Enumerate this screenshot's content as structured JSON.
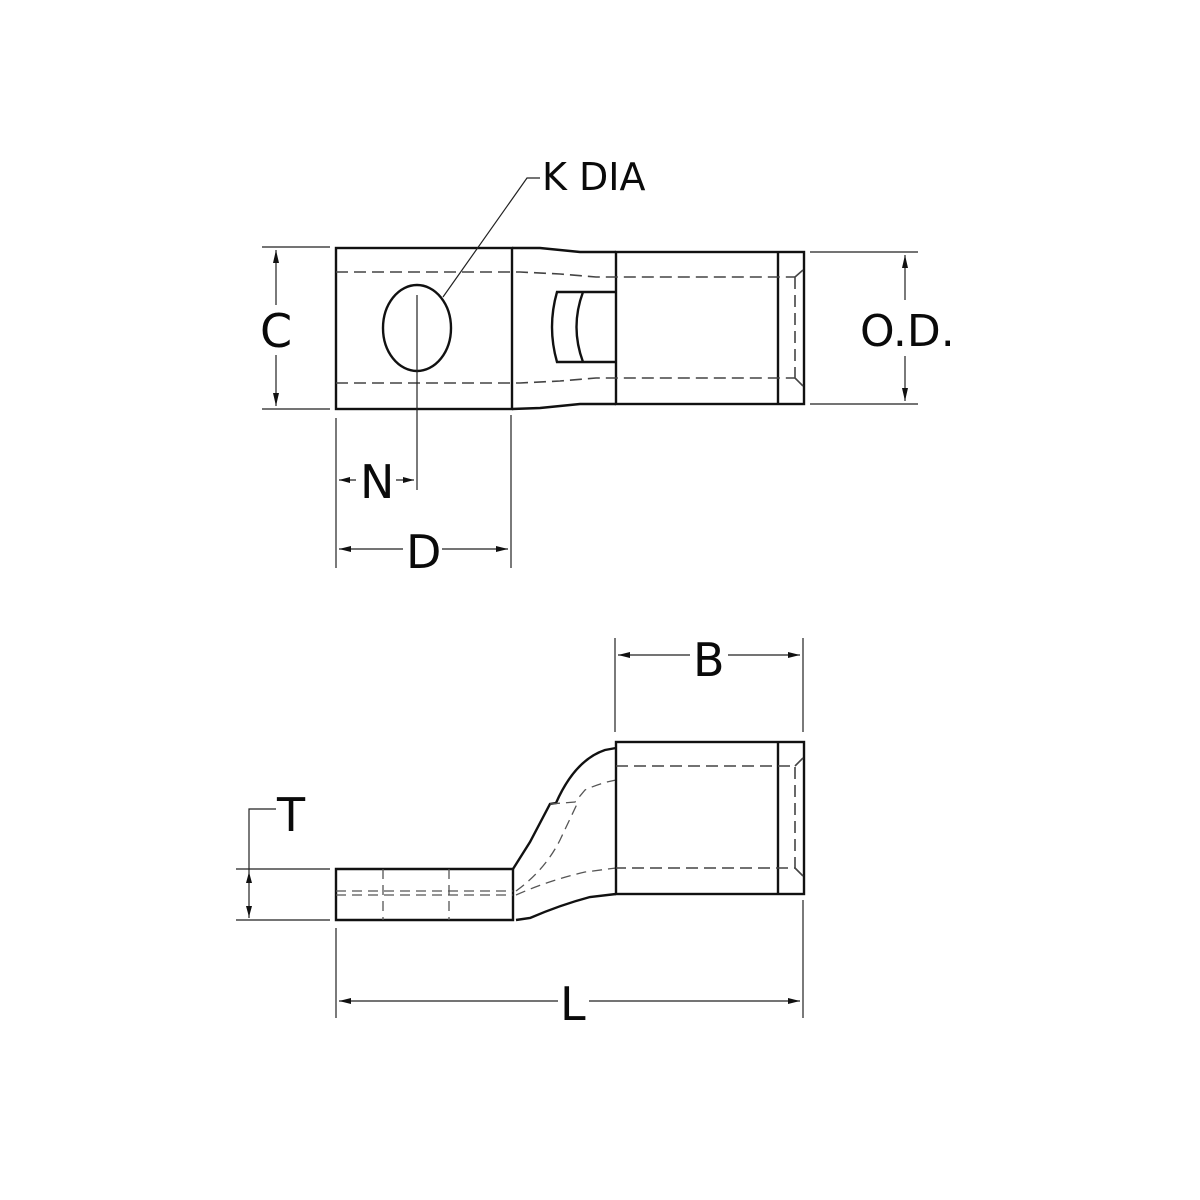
{
  "diagram": {
    "type": "technical-drawing",
    "subject": "one-hole long barrel compression lug",
    "views": {
      "top_view": {
        "labels": {
          "hole": "K DIA",
          "width": "C",
          "outer_diameter": "O.D.",
          "hole_offset": "N",
          "tongue_length": "D"
        }
      },
      "side_view": {
        "labels": {
          "barrel_length": "B",
          "thickness": "T",
          "overall_length": "L"
        }
      }
    },
    "colors": {
      "line": "#111111",
      "background": "#ffffff"
    }
  }
}
